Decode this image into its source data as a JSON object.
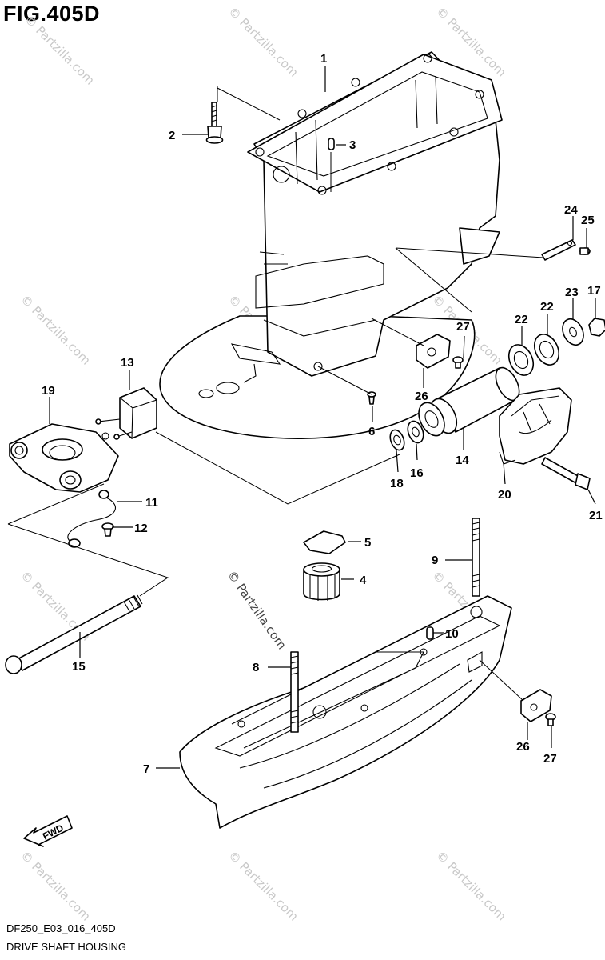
{
  "figure": {
    "title": "FIG.405D",
    "code": "DF250_E03_016_405D",
    "caption": "DRIVE SHAFT HOUSING"
  },
  "watermark": {
    "text": "© Partzilla.com",
    "center_text": "© Partzilla.com"
  },
  "fwd_label": "FWD",
  "callouts": {
    "c1": "1",
    "c2": "2",
    "c3": "3",
    "c4": "4",
    "c5": "5",
    "c6": "6",
    "c7": "7",
    "c8": "8",
    "c9": "9",
    "c10": "10",
    "c11": "11",
    "c12": "12",
    "c13": "13",
    "c14": "14",
    "c15": "15",
    "c16": "16",
    "c17": "17",
    "c18": "18",
    "c19": "19",
    "c20": "20",
    "c21": "21",
    "c22a": "22",
    "c22b": "22",
    "c23": "23",
    "c24": "24",
    "c25": "25",
    "c26a": "26",
    "c26b": "26",
    "c27a": "27",
    "c27b": "27"
  },
  "colors": {
    "line": "#000000",
    "watermark": "#c8c8c8"
  }
}
